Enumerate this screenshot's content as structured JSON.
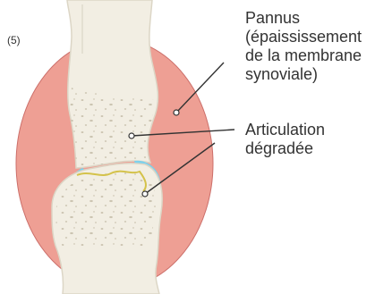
{
  "panel_number": "(5)",
  "labels": {
    "pannus": [
      "Pannus",
      "(épaississement",
      "de la membrane",
      "synoviale)"
    ],
    "articulation": [
      "Articulation",
      "dégradée"
    ]
  },
  "colors": {
    "pannus_fill": "#ee9f94",
    "pannus_edge": "#cc6f6a",
    "bone_fill": "#f2eee3",
    "bone_outline": "#dcd6c6",
    "bone_specks": "#c8c0ac",
    "cartilage_blue": "#7dd1ec",
    "damage_line": "#d4c24a",
    "leader_line": "#333333",
    "text": "#333333"
  }
}
